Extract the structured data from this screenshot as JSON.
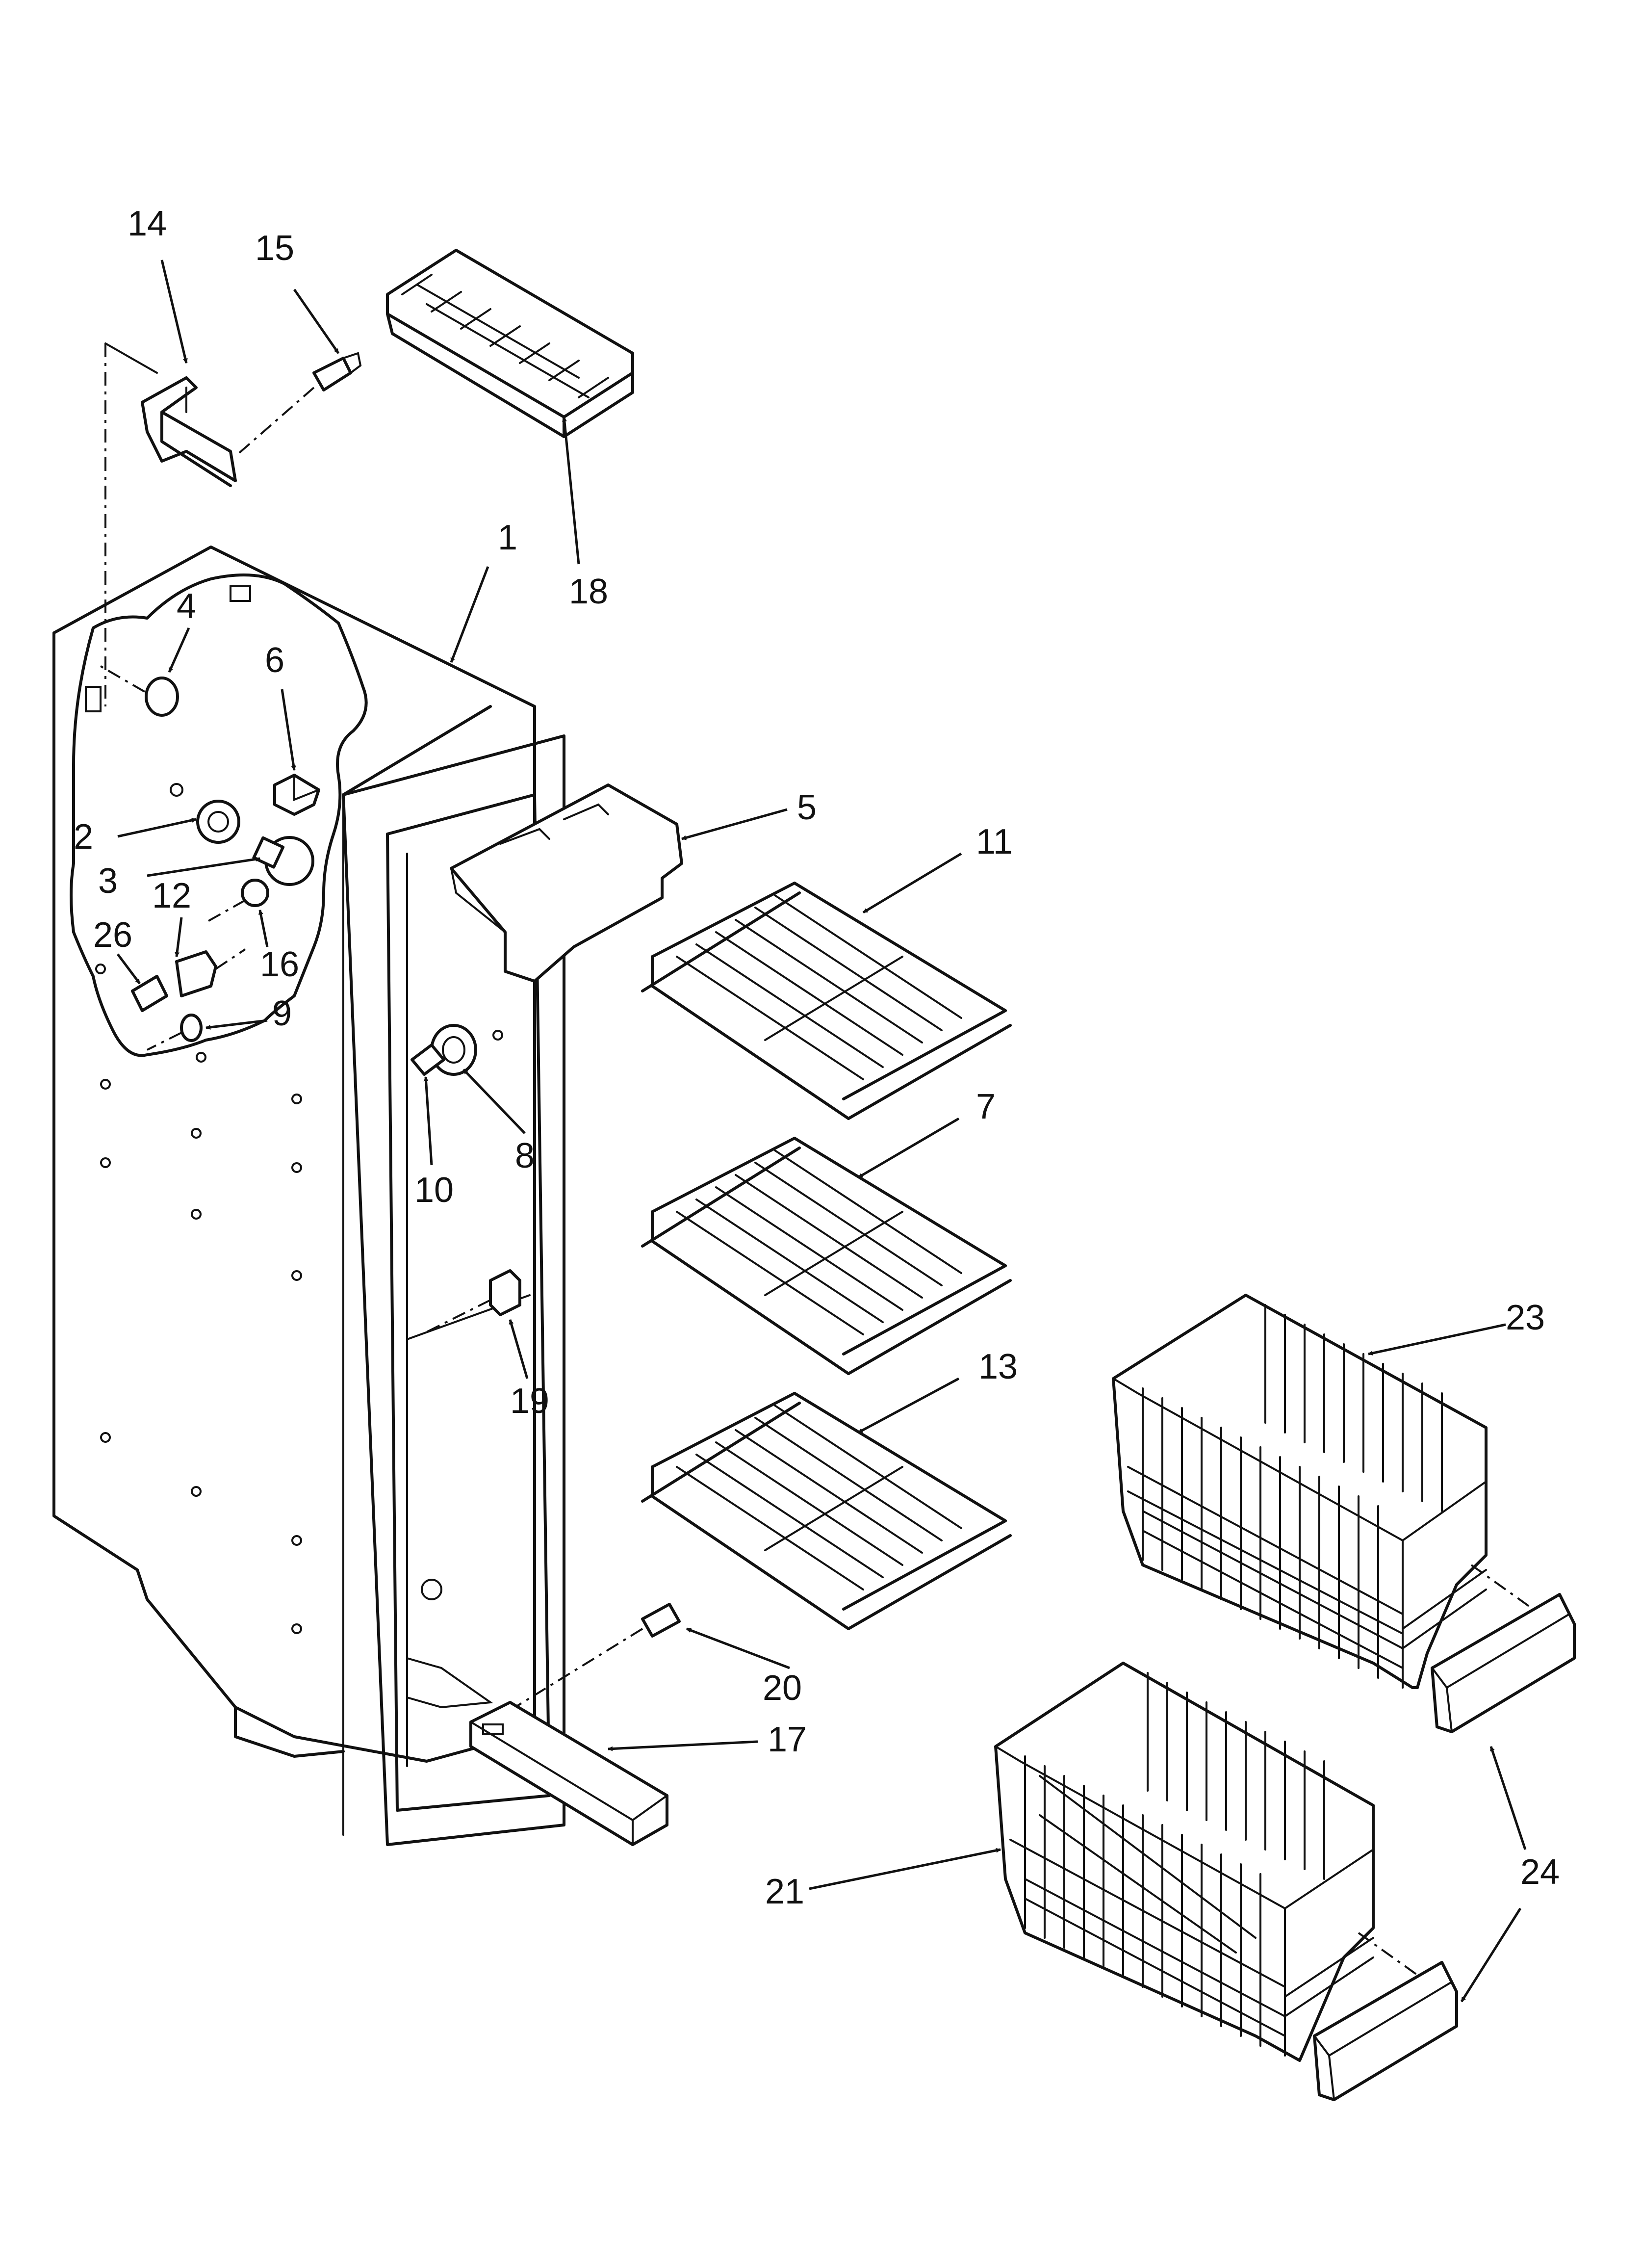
{
  "diagram": {
    "callouts": [
      {
        "id": "14",
        "label": "14"
      },
      {
        "id": "15",
        "label": "15"
      },
      {
        "id": "18",
        "label": "18"
      },
      {
        "id": "1",
        "label": "1"
      },
      {
        "id": "4",
        "label": "4"
      },
      {
        "id": "6",
        "label": "6"
      },
      {
        "id": "5",
        "label": "5"
      },
      {
        "id": "11",
        "label": "11"
      },
      {
        "id": "2",
        "label": "2"
      },
      {
        "id": "3",
        "label": "3"
      },
      {
        "id": "12",
        "label": "12"
      },
      {
        "id": "26",
        "label": "26"
      },
      {
        "id": "16",
        "label": "16"
      },
      {
        "id": "9",
        "label": "9"
      },
      {
        "id": "8",
        "label": "8"
      },
      {
        "id": "10",
        "label": "10"
      },
      {
        "id": "7",
        "label": "7"
      },
      {
        "id": "23",
        "label": "23"
      },
      {
        "id": "13",
        "label": "13"
      },
      {
        "id": "19",
        "label": "19"
      },
      {
        "id": "20",
        "label": "20"
      },
      {
        "id": "17",
        "label": "17"
      },
      {
        "id": "21",
        "label": "21"
      },
      {
        "id": "24",
        "label": "24"
      }
    ]
  }
}
